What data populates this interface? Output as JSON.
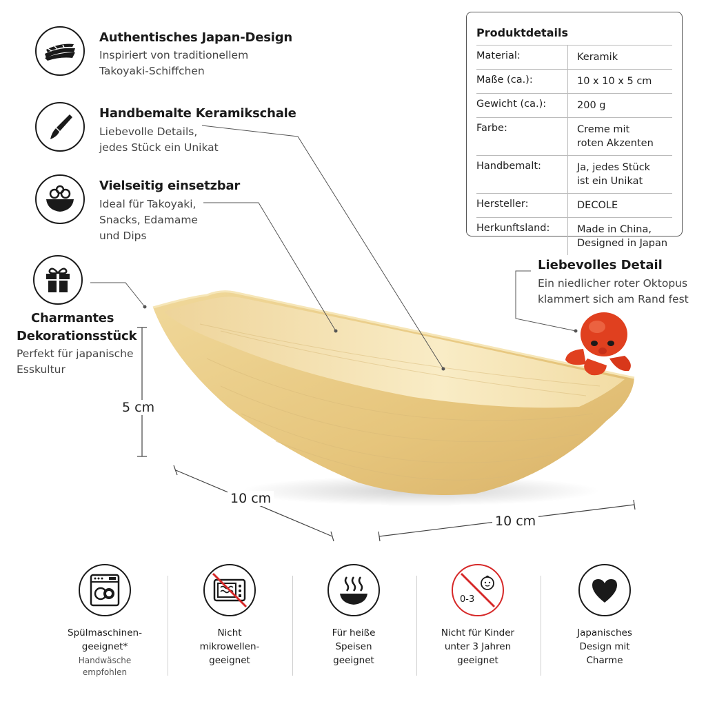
{
  "features": [
    {
      "title": "Authentisches Japan-Design",
      "desc": [
        "Inspiriert von traditionellem",
        "Takoyaki-Schiffchen"
      ],
      "icon": "boat-icon"
    },
    {
      "title": "Handbemalte Keramikschale",
      "desc": [
        "Liebevolle Details,",
        "jedes Stück ein Unikat"
      ],
      "icon": "brush-icon"
    },
    {
      "title": "Vielseitig einsetzbar",
      "desc": [
        "Ideal für Takoyaki,",
        "Snacks, Edamame",
        "und Dips"
      ],
      "icon": "bowl-food-icon"
    },
    {
      "title": [
        "Charmantes",
        "Dekorationsstück"
      ],
      "desc": [
        "Perfekt für japanische",
        "Esskultur"
      ],
      "icon": "gift-icon"
    }
  ],
  "specs": {
    "title": "Produktdetails",
    "rows": [
      {
        "key": "Material:",
        "value": "Keramik"
      },
      {
        "key": "Maße (ca.):",
        "value": "10 x 10 x 5 cm"
      },
      {
        "key": "Gewicht (ca.):",
        "value": "200 g"
      },
      {
        "key": "Farbe:",
        "value": "Creme mit\nroten Akzenten"
      },
      {
        "key": "Handbemalt:",
        "value": "Ja, jedes Stück\nist ein Unikat"
      },
      {
        "key": "Hersteller:",
        "value": "DECOLE"
      },
      {
        "key": "Herkunftsland:",
        "value": "Made in China,\nDesigned in Japan"
      }
    ]
  },
  "callout": {
    "title": "Liebevolles Detail",
    "desc": [
      "Ein niedlicher roter Oktopus",
      "klammert sich am Rand fest"
    ]
  },
  "dimensions": {
    "height": "5 cm",
    "depth": "10 cm",
    "width": "10 cm"
  },
  "bottom": [
    {
      "label": "Spülmaschinen-\ngeeignet*",
      "sub": "Handwäsche\nempfohlen",
      "icon": "dishwasher-icon"
    },
    {
      "label": "Nicht\nmikrowellen-\ngeeignet",
      "sub": "",
      "icon": "no-microwave-icon"
    },
    {
      "label": "Für heiße\nSpeisen\ngeeignet",
      "sub": "",
      "icon": "hot-food-icon"
    },
    {
      "label": "Nicht für Kinder\nunter 3 Jahren\ngeeignet",
      "sub": "",
      "icon": "no-children-icon",
      "badge": "0-3"
    },
    {
      "label": "Japanisches\nDesign mit\nCharme",
      "sub": "",
      "icon": "heart-icon"
    }
  ],
  "colors": {
    "bowl": "#e9cd86",
    "bowl_inner": "#f5e4b5",
    "octopus": "#e0401f",
    "prohibit": "#d62828"
  }
}
